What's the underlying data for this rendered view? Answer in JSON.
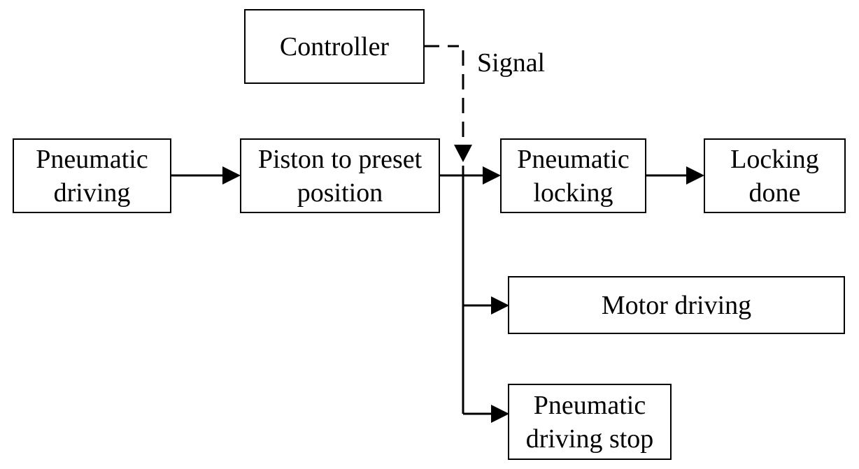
{
  "diagram": {
    "nodes": {
      "controller": {
        "lines": [
          "Controller"
        ]
      },
      "pneumatic_driving": {
        "lines": [
          "Pneumatic",
          "driving"
        ]
      },
      "piston_preset": {
        "lines": [
          "Piston to preset",
          "position"
        ]
      },
      "pneumatic_locking": {
        "lines": [
          "Pneumatic",
          "locking"
        ]
      },
      "locking_done": {
        "lines": [
          "Locking",
          "done"
        ]
      },
      "motor_driving": {
        "lines": [
          "Motor driving"
        ]
      },
      "pneumatic_driving_stop": {
        "lines": [
          "Pneumatic",
          "driving stop"
        ]
      }
    },
    "signal_label": "Signal",
    "edges": [
      {
        "from": "pneumatic_driving",
        "to": "piston_preset",
        "style": "solid"
      },
      {
        "from": "piston_preset",
        "to": "pneumatic_locking",
        "style": "solid"
      },
      {
        "from": "pneumatic_locking",
        "to": "locking_done",
        "style": "solid"
      },
      {
        "from": "piston_preset",
        "to": "motor_driving",
        "style": "solid"
      },
      {
        "from": "piston_preset",
        "to": "pneumatic_driving_stop",
        "style": "solid"
      },
      {
        "from": "controller",
        "to": "piston_preset-output-junction",
        "style": "dashed",
        "label": "Signal"
      }
    ]
  }
}
